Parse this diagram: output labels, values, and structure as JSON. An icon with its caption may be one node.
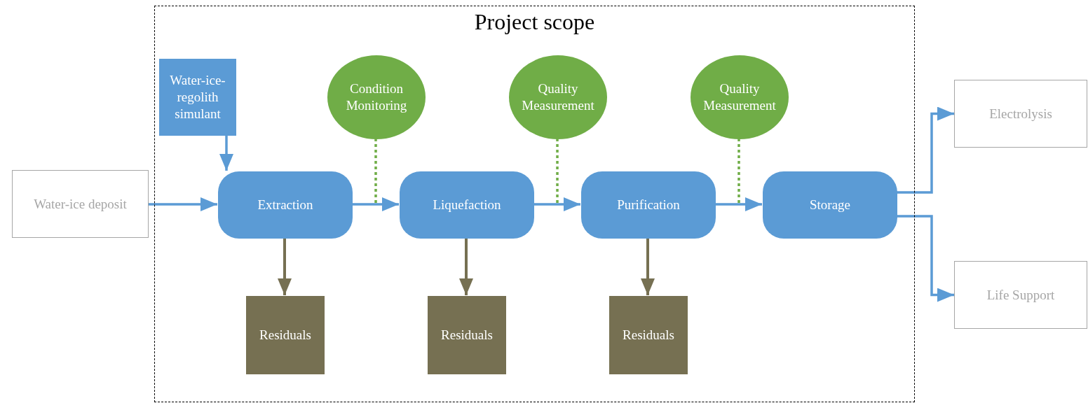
{
  "diagram": {
    "nodes": [
      {
        "text": [
          "Project scope"
        ]
      },
      {
        "text": [
          "Water-ice-regolith simulant"
        ],
        "in": 0
      },
      {
        "text": [
          "Condition Monitoring"
        ],
        "in": 0
      },
      {
        "text": [
          "Quality Measurement"
        ],
        "in": 0
      },
      {
        "text": [
          "Quality Measurement"
        ],
        "in": 0
      },
      {
        "text": [
          "Water-ice deposit"
        ]
      },
      {
        "text": [
          "Extraction"
        ],
        "in": 0
      },
      {
        "text": [
          "Liquefaction"
        ],
        "in": 0
      },
      {
        "text": [
          "Purification"
        ],
        "in": 0
      },
      {
        "text": [
          "Storage"
        ],
        "in": 0
      },
      {
        "text": [
          "Residuals"
        ],
        "in": 0
      },
      {
        "text": [
          "Residuals"
        ],
        "in": 0
      },
      {
        "text": [
          "Residuals"
        ],
        "in": 0
      },
      {
        "text": [
          "Electrolysis"
        ]
      },
      {
        "text": [
          "Life Support"
        ]
      }
    ],
    "edges": [
      {
        "from": 1,
        "to": 6,
        "arrow": "to"
      },
      {
        "from": 5,
        "to": 6,
        "arrow": "to"
      },
      {
        "from": 6,
        "to": 7,
        "arrow": "to"
      },
      {
        "from": 7,
        "to": 8,
        "arrow": "to"
      },
      {
        "from": 8,
        "to": 9,
        "arrow": "to"
      },
      {
        "from": 2,
        "to": null,
        "arrow": "none",
        "style": "dashed",
        "color": "#70ad47"
      },
      {
        "from": 3,
        "to": null,
        "arrow": "none",
        "style": "dashed",
        "color": "#70ad47"
      },
      {
        "from": 4,
        "to": null,
        "arrow": "none",
        "style": "dashed",
        "color": "#70ad47"
      },
      {
        "from": 6,
        "to": 10,
        "arrow": "to",
        "color": "#767052"
      },
      {
        "from": 7,
        "to": 11,
        "arrow": "to",
        "color": "#767052"
      },
      {
        "from": 8,
        "to": 12,
        "arrow": "to",
        "color": "#767052"
      },
      {
        "from": 9,
        "to": 13,
        "arrow": "to"
      },
      {
        "from": 9,
        "to": 14,
        "arrow": "to"
      }
    ]
  }
}
